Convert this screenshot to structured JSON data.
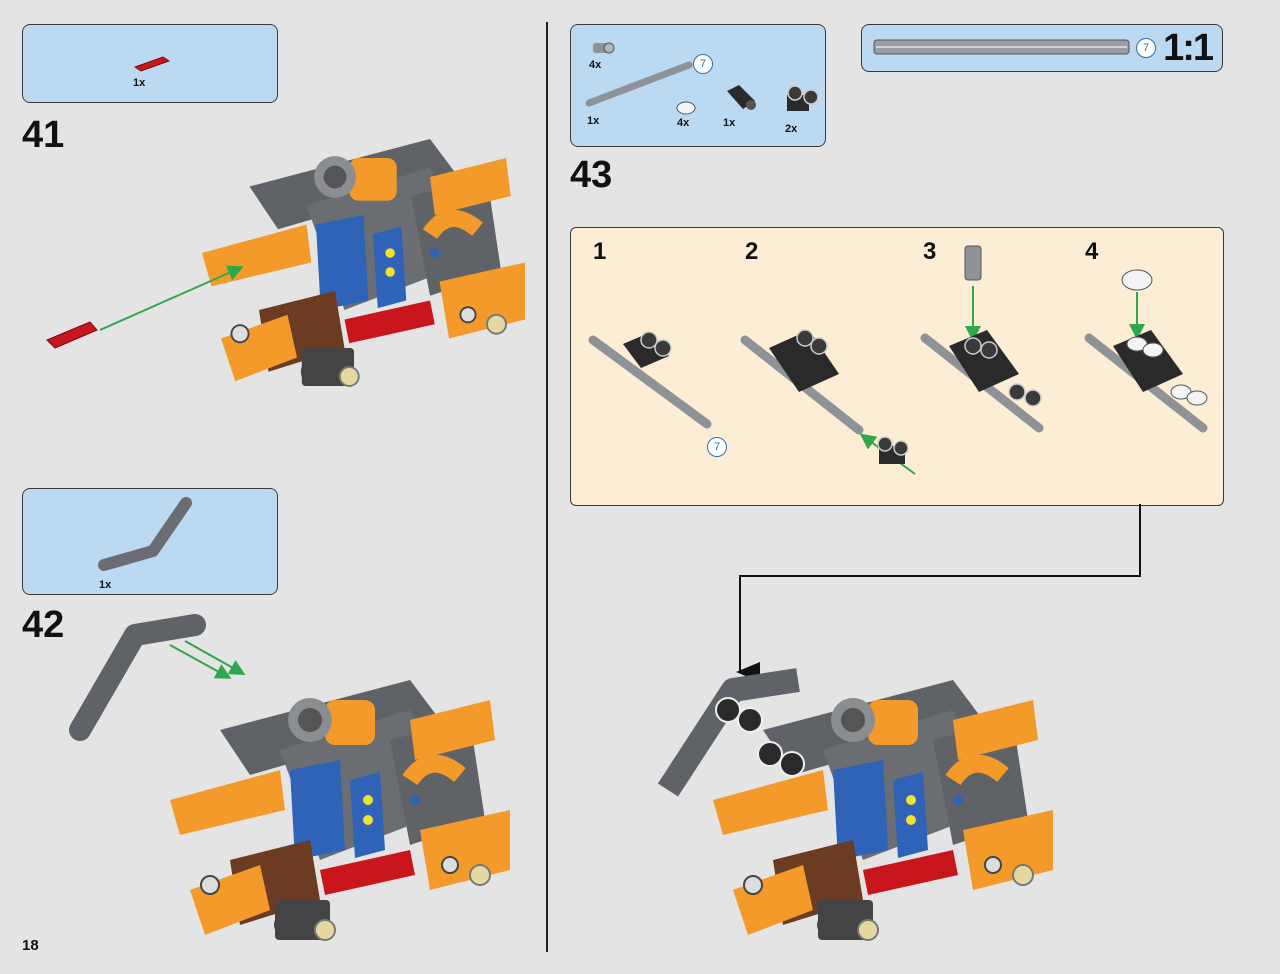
{
  "page": {
    "number": "18"
  },
  "colors": {
    "parts_bg": "#bcd9f2",
    "callout_bg": "#fdedd5",
    "page_bg": "#e4e4e4",
    "orange": "#f39a2b",
    "dark_gray": "#5f6266",
    "blue": "#2e63b8",
    "red": "#c9151c",
    "brown": "#6b3b22",
    "arrow_green": "#2ea84a",
    "badge_blue": "#2a6fb0"
  },
  "step41": {
    "number": "41",
    "parts": [
      {
        "qty": "1x",
        "part": "red-axle-pin-icon"
      }
    ]
  },
  "step42": {
    "number": "42",
    "parts": [
      {
        "qty": "1x",
        "part": "bent-liftarm-icon"
      }
    ]
  },
  "step43": {
    "number": "43",
    "parts": [
      {
        "qty": "4x",
        "part": "gray-bush-icon"
      },
      {
        "qty": "1x",
        "part": "axle-icon",
        "length": "7"
      },
      {
        "qty": "4x",
        "part": "round-tile-icon"
      },
      {
        "qty": "1x",
        "part": "black-connector-icon"
      },
      {
        "qty": "2x",
        "part": "cross-block-icon"
      }
    ],
    "substeps": [
      {
        "num": "1",
        "badge": "7"
      },
      {
        "num": "2"
      },
      {
        "num": "3"
      },
      {
        "num": "4"
      }
    ]
  },
  "scale": {
    "label": "1:1",
    "badge": "7"
  }
}
